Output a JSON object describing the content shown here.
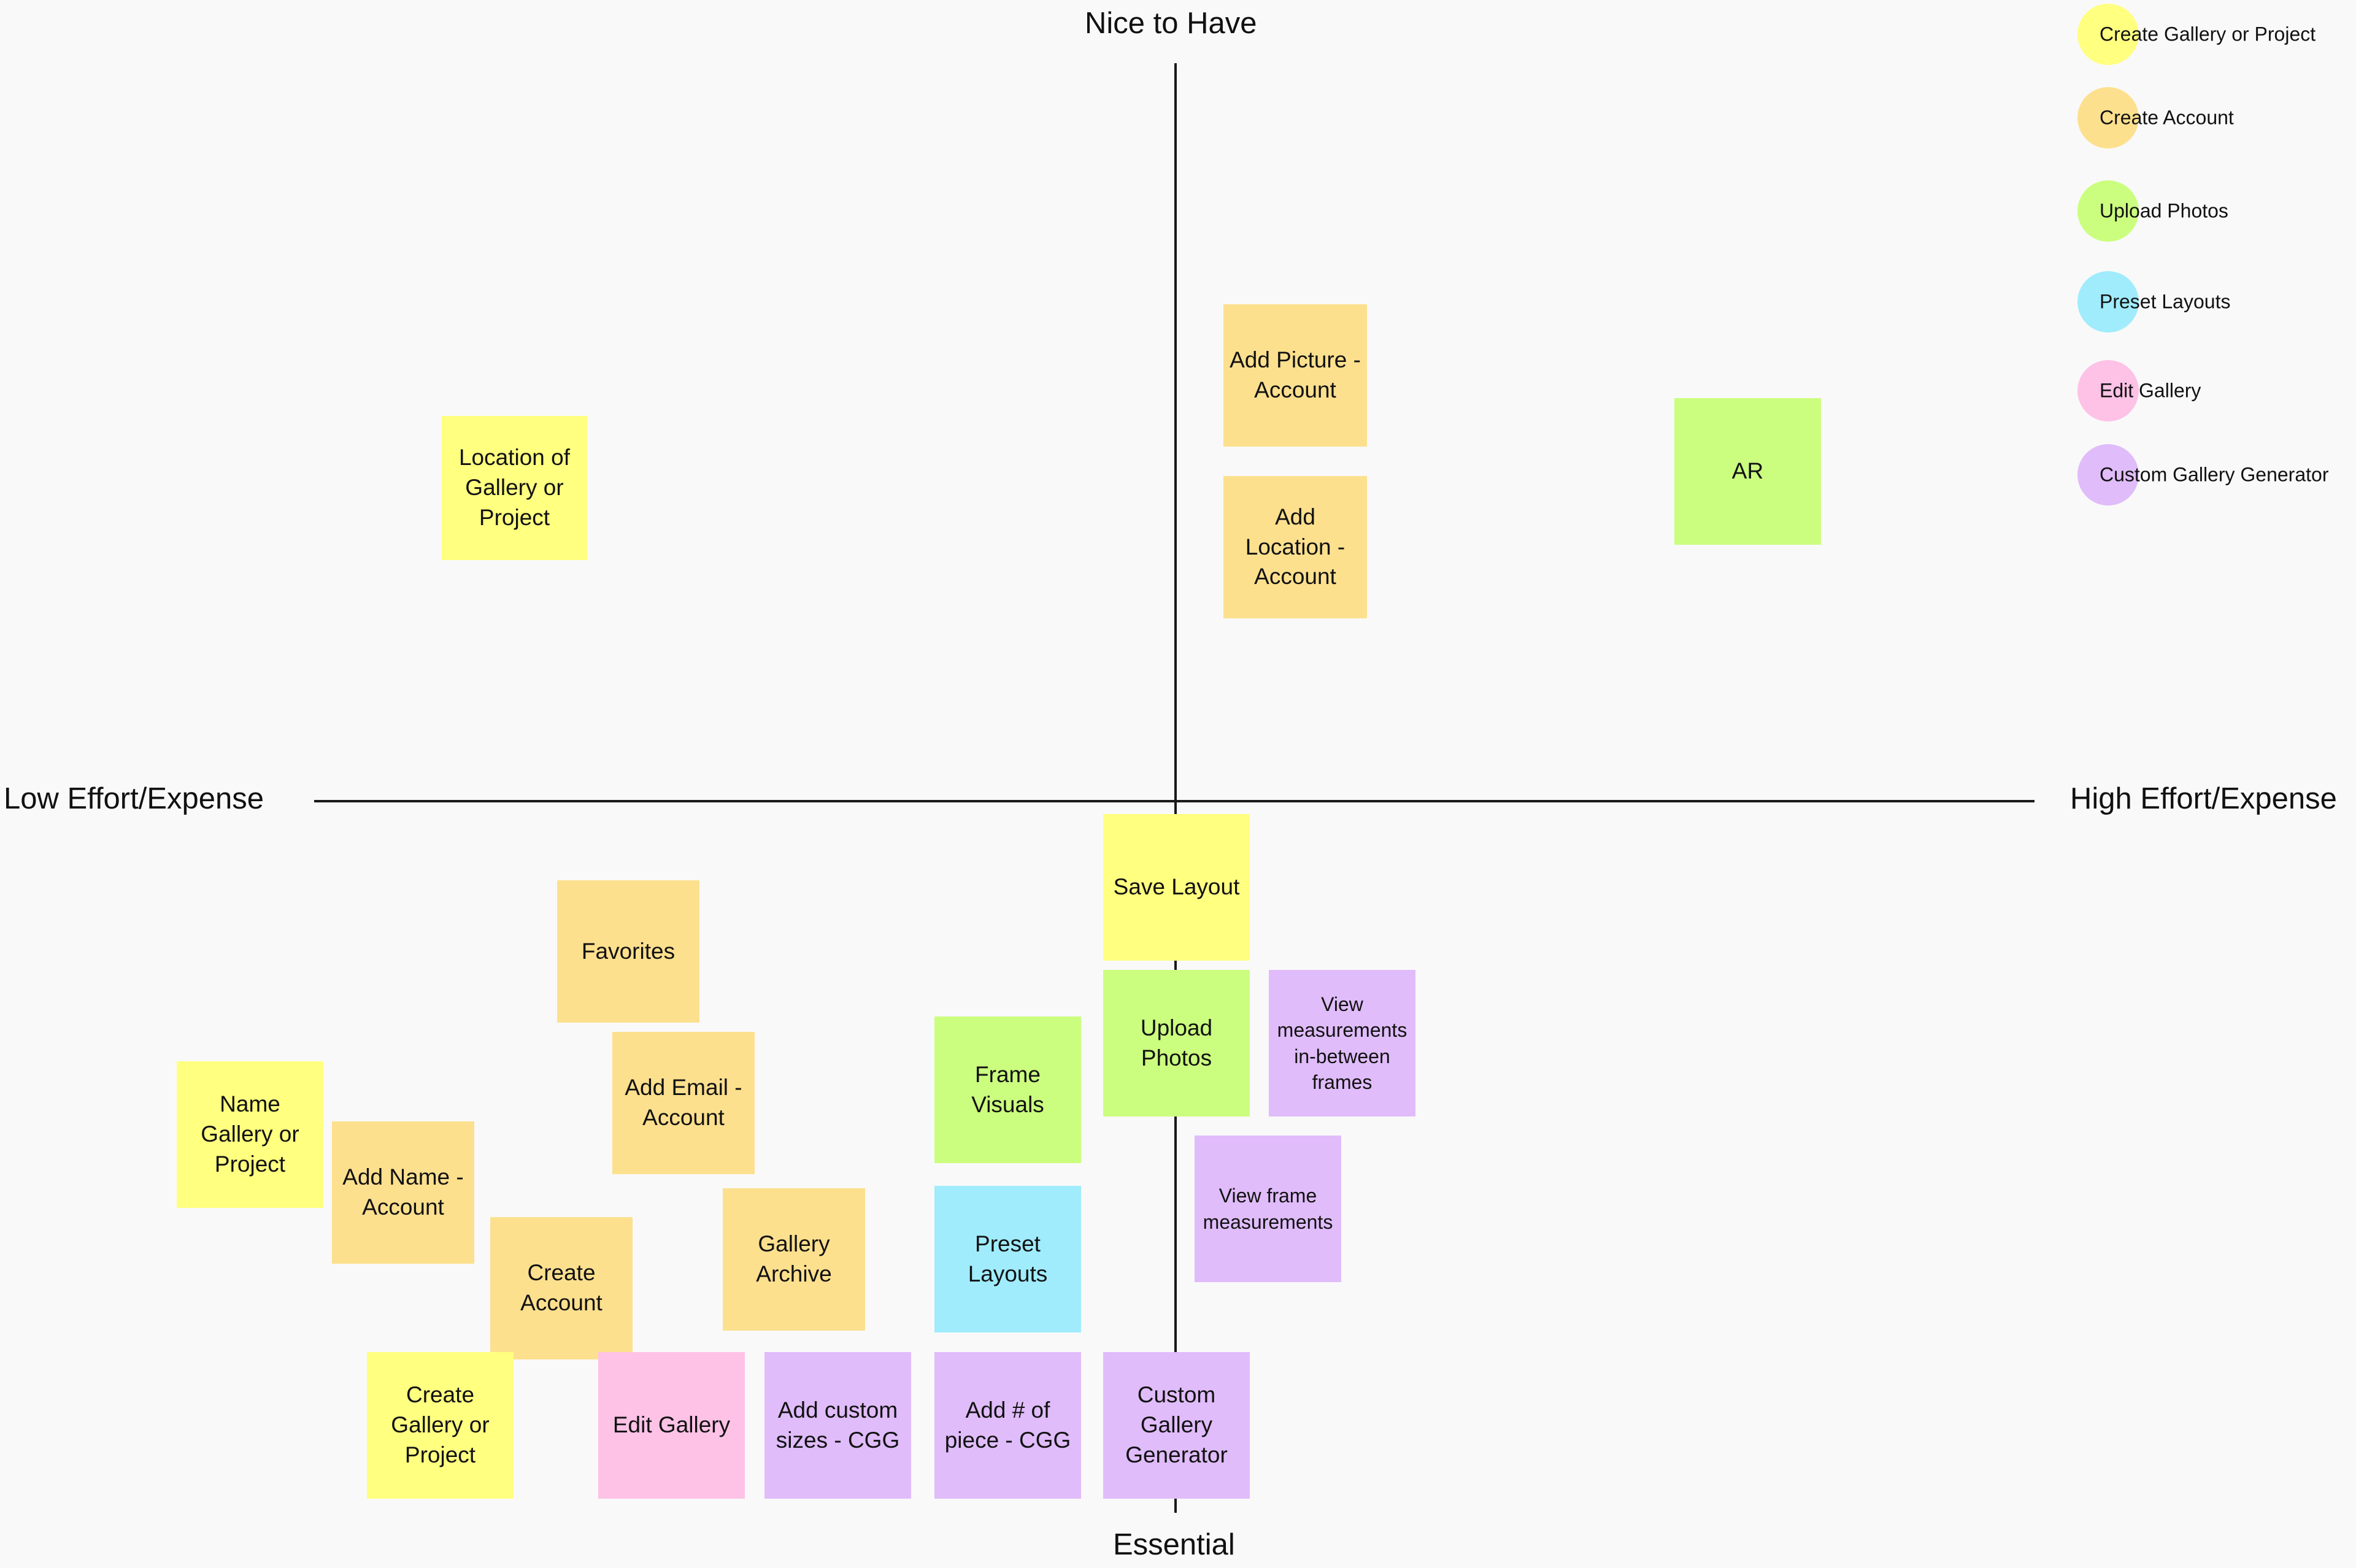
{
  "axes": {
    "top": "Nice to Have",
    "bottom": "Essential",
    "left": "Low Effort/Expense",
    "right": "High Effort/Expense"
  },
  "colors": {
    "yellow": "#ffff80",
    "orange": "#fde08e",
    "green": "#cbfe7f",
    "cyan": "#a0ecfc",
    "pink": "#fec2e6",
    "purple": "#e0bcfa"
  },
  "legend": [
    {
      "label": "Create Gallery or Project",
      "color": "#ffff80"
    },
    {
      "label": "Create Account",
      "color": "#fde08e"
    },
    {
      "label": "Upload Photos",
      "color": "#cbfe7f"
    },
    {
      "label": "Preset Layouts",
      "color": "#a0ecfc"
    },
    {
      "label": "Edit Gallery",
      "color": "#fec2e6"
    },
    {
      "label": "Custom Gallery Generator",
      "color": "#e0bcfa"
    }
  ],
  "stickies": [
    {
      "text": "Add Picture - Account",
      "category": "Create Account"
    },
    {
      "text": "Add Location - Account",
      "category": "Create Account"
    },
    {
      "text": "AR",
      "category": "Upload Photos"
    },
    {
      "text": "Location of Gallery or Project",
      "category": "Create Gallery or Project"
    },
    {
      "text": "Save Layout",
      "category": "Create Gallery or Project"
    },
    {
      "text": "Favorites",
      "category": "Create Account"
    },
    {
      "text": "Upload Photos",
      "category": "Upload Photos"
    },
    {
      "text": "View measurements in-between frames",
      "category": "Custom Gallery Generator"
    },
    {
      "text": "Add Email - Account",
      "category": "Create Account"
    },
    {
      "text": "Frame Visuals",
      "category": "Upload Photos"
    },
    {
      "text": "Name Gallery or Project",
      "category": "Create Gallery or Project"
    },
    {
      "text": "Add Name - Account",
      "category": "Create Account"
    },
    {
      "text": "View frame measurements",
      "category": "Custom Gallery Generator"
    },
    {
      "text": "Gallery Archive",
      "category": "Create Account"
    },
    {
      "text": "Create Account",
      "category": "Create Account"
    },
    {
      "text": "Preset Layouts",
      "category": "Preset Layouts"
    },
    {
      "text": "Create Gallery or Project",
      "category": "Create Gallery or Project"
    },
    {
      "text": "Edit Gallery",
      "category": "Edit Gallery"
    },
    {
      "text": "Add custom sizes - CGG",
      "category": "Custom Gallery Generator"
    },
    {
      "text": "Add # of piece - CGG",
      "category": "Custom Gallery Generator"
    },
    {
      "text": "Custom Gallery Generator",
      "category": "Custom Gallery Generator"
    }
  ]
}
